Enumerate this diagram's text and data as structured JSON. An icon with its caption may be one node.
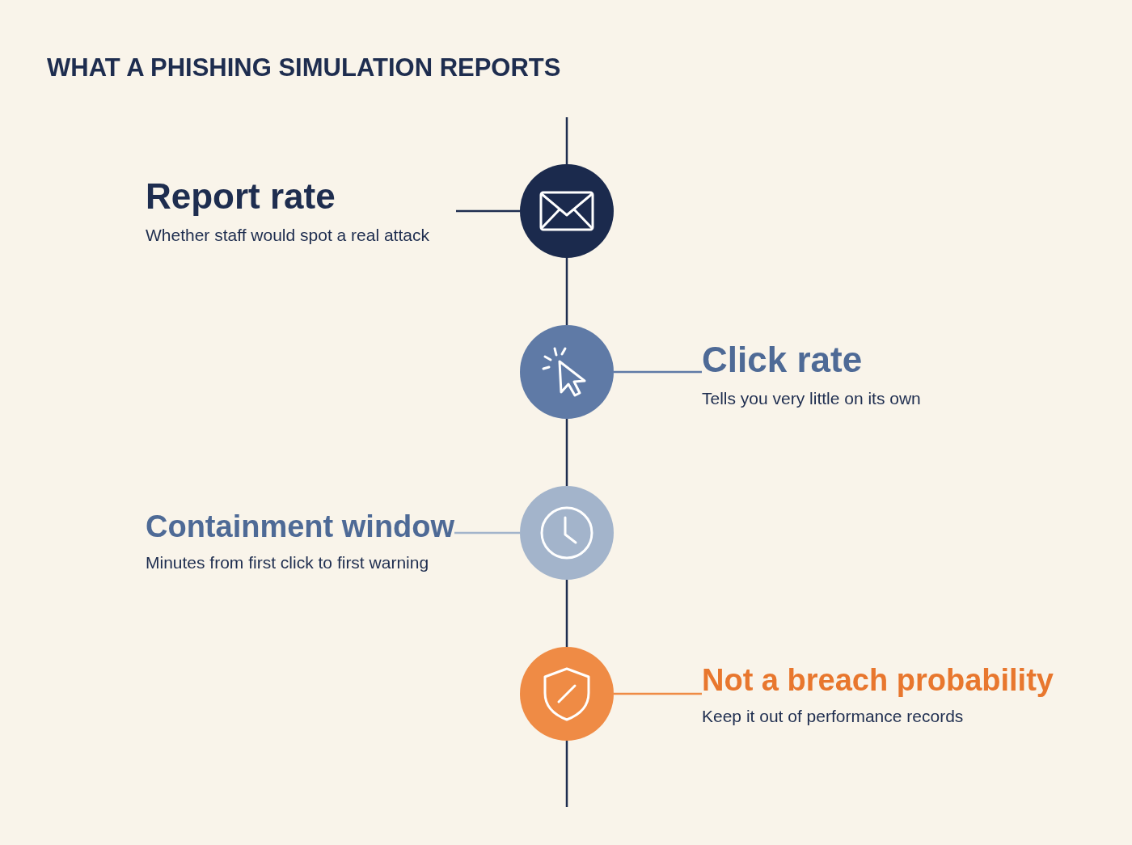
{
  "diagram": {
    "title": "WHAT A PHISHING SIMULATION REPORTS",
    "nodes": [
      {
        "text": [
          "Report rate",
          "Whether staff would spot a real attack"
        ]
      },
      {
        "text": [],
        "shape": "circle"
      },
      {
        "text": [],
        "shape": "circle"
      },
      {
        "text": [
          "Click rate",
          "Tells you very little on its own"
        ]
      },
      {
        "text": [
          "Containment window",
          "Minutes from first click to first warning"
        ]
      },
      {
        "text": [],
        "shape": "circle"
      },
      {
        "text": [],
        "shape": "circle"
      },
      {
        "text": [
          "Not a breach probability",
          "Keep it out of performance records"
        ]
      }
    ],
    "edges": [
      {
        "from": null,
        "to": 1,
        "arrow": "none"
      },
      {
        "from": 1,
        "to": 2,
        "arrow": "none"
      },
      {
        "from": 2,
        "to": 5,
        "arrow": "none"
      },
      {
        "from": 5,
        "to": 6,
        "arrow": "none"
      },
      {
        "from": 6,
        "to": null,
        "arrow": "none"
      },
      {
        "from": 0,
        "to": 1,
        "arrow": "none"
      },
      {
        "from": 2,
        "to": 3,
        "arrow": "none",
        "color": "#5f7aa6"
      },
      {
        "from": 4,
        "to": 5,
        "arrow": "none",
        "color": "#a3b4cb"
      },
      {
        "from": 6,
        "to": 7,
        "arrow": "none",
        "color": "#ef8b45"
      }
    ]
  }
}
